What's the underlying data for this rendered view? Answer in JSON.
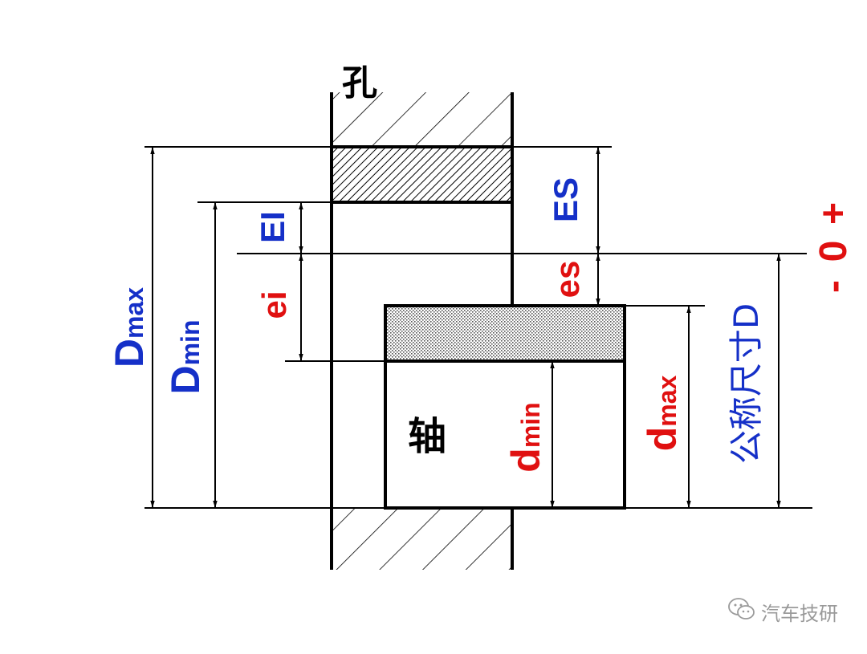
{
  "labels": {
    "hole": "孔",
    "shaft": "轴",
    "Dmax": {
      "main": "D",
      "sub": "max"
    },
    "Dmin": {
      "main": "D",
      "sub": "min"
    },
    "dmin": {
      "main": "d",
      "sub": "min"
    },
    "dmax": {
      "main": "d",
      "sub": "max"
    },
    "EI": "EI",
    "ES": "ES",
    "ei": "ei",
    "es": "es",
    "nominal": "公称尺寸D",
    "plus": "+",
    "zero": "0",
    "minus": "-"
  },
  "watermark": {
    "text": "汽车技研",
    "icon": "wechat-icon"
  },
  "colors": {
    "blue": "#1530c8",
    "red": "#e01010",
    "black": "#000000",
    "gray": "#9a9a9a"
  }
}
